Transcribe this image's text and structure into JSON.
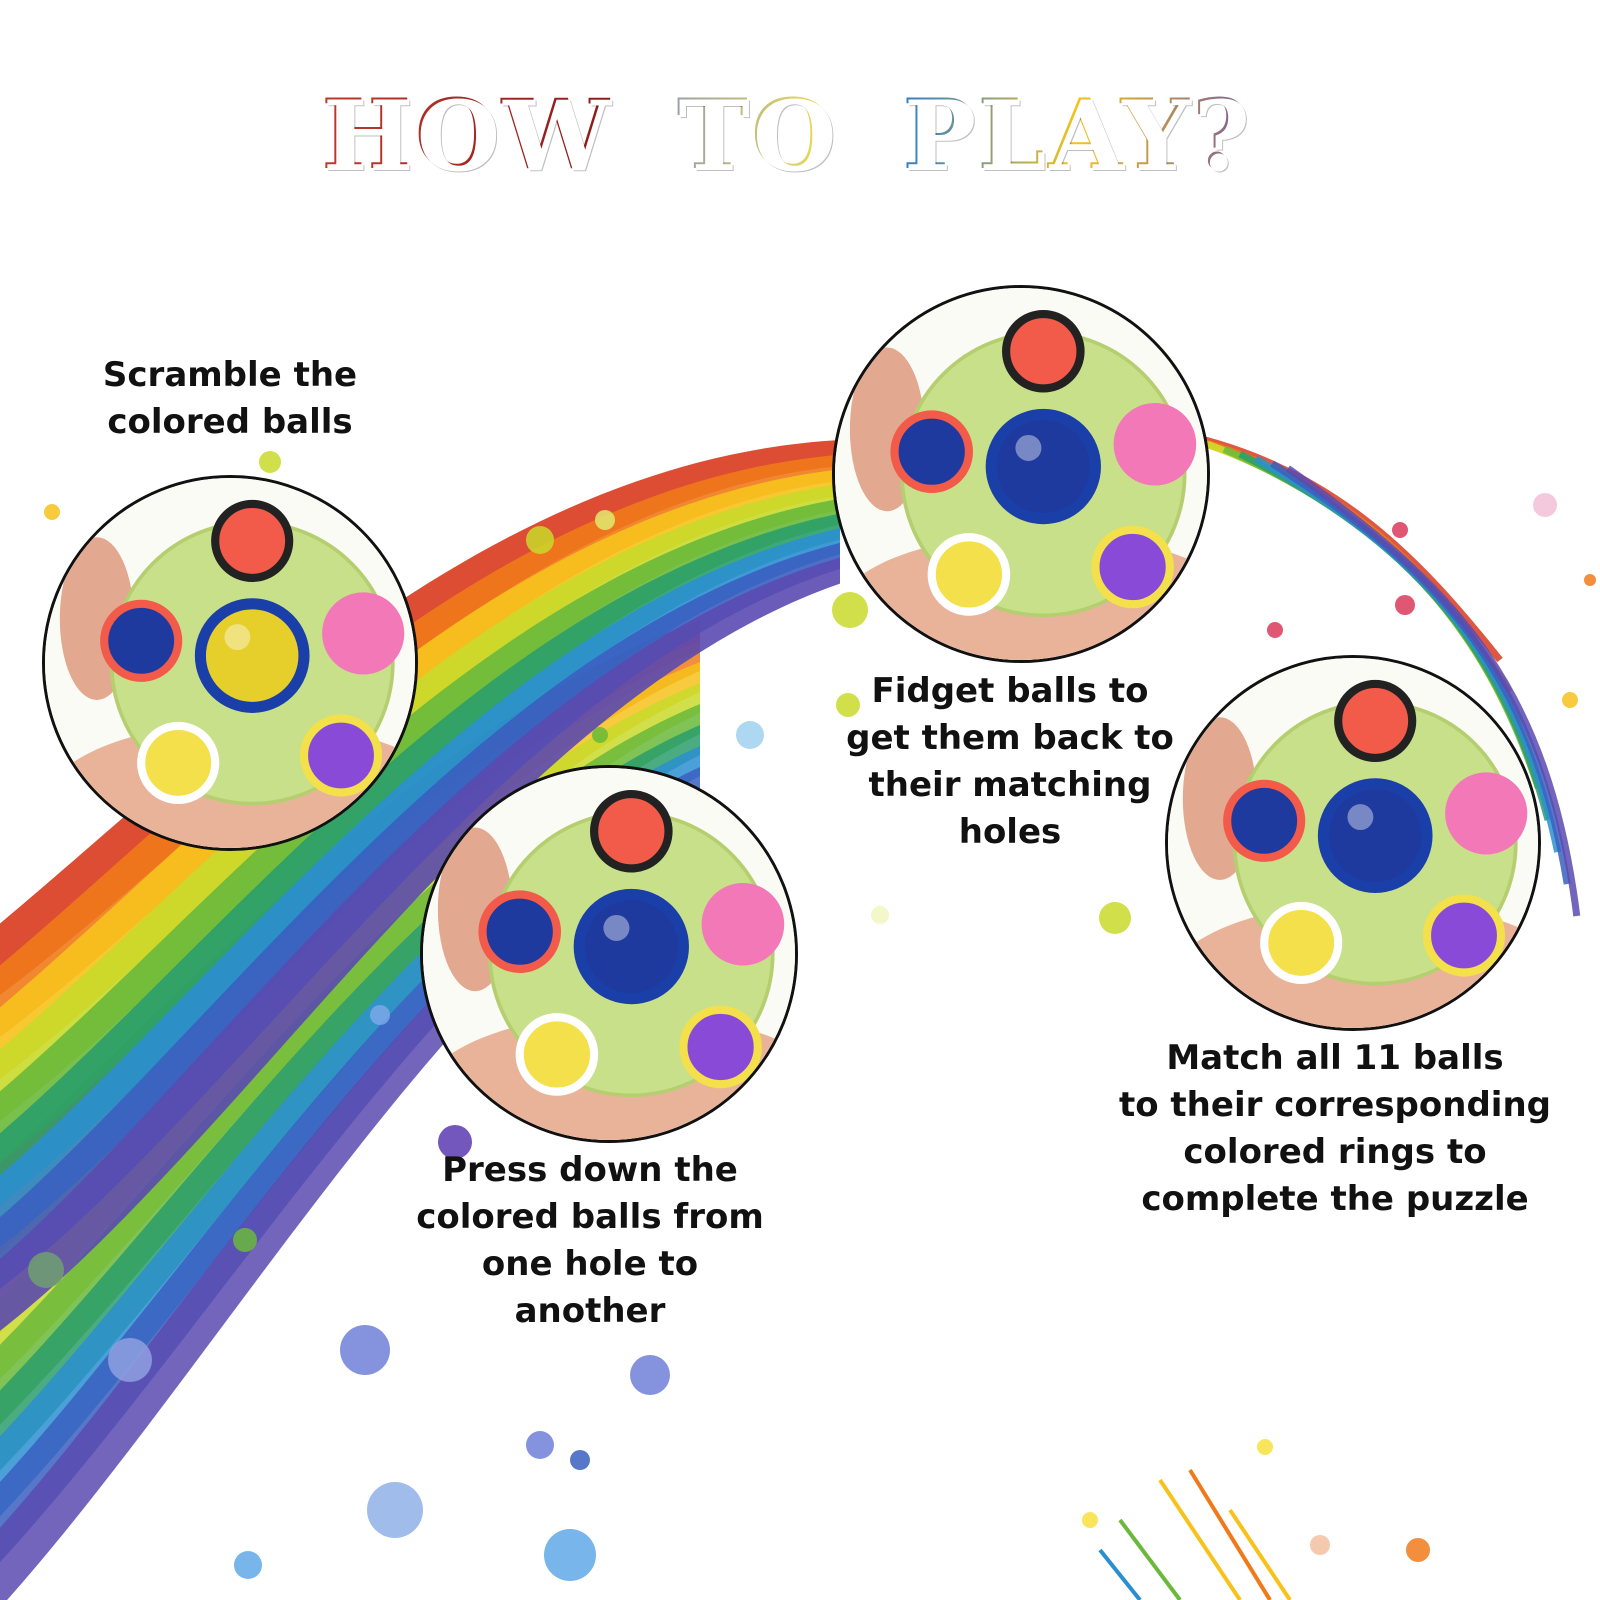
{
  "title": {
    "words": [
      "HOW",
      "TO",
      "PLAY?"
    ],
    "gradients": [
      [
        "#c0392b",
        "#8b1a1a"
      ],
      [
        "#9aa0a6",
        "#f2e14a"
      ],
      [
        "#2d7fd0",
        "#f4c21a",
        "#7a5c99"
      ]
    ]
  },
  "steps": [
    {
      "name": "step-scramble",
      "lines": [
        "Scramble the",
        "colored balls"
      ]
    },
    {
      "name": "step-press",
      "lines": [
        "Press down the",
        "colored balls from",
        "one hole to",
        "another"
      ]
    },
    {
      "name": "step-fidget",
      "lines": [
        "Fidget balls to",
        "get them back to",
        "their matching",
        "holes"
      ]
    },
    {
      "name": "step-match",
      "lines": [
        "Match all 11 balls",
        "to their corresponding",
        "colored rings to",
        "complete the puzzle"
      ]
    }
  ],
  "photos": [
    {
      "name": "photo-scramble-ball",
      "center_ball": "#e6cf2a",
      "center_ring": "#1a3fa8"
    },
    {
      "name": "photo-press-ball",
      "center_ball": "#1e3a9e",
      "center_ring": "#1a3fa8"
    },
    {
      "name": "photo-fidget-ball",
      "center_ball": "#1e3a9e",
      "center_ring": "#1a3fa8"
    },
    {
      "name": "photo-match-ball",
      "center_ball": "#1e3a9e",
      "center_ring": "#1a3fa8"
    }
  ],
  "colors": {
    "rainbow": [
      "#d93a1e",
      "#f07a1a",
      "#f7c21c",
      "#c9d92a",
      "#6ab93a",
      "#2a9e6a",
      "#2a8fd0",
      "#3a5fc0",
      "#5a4ab0"
    ],
    "ball_shell": "#c8e08a",
    "skin": "#e9b39a"
  }
}
